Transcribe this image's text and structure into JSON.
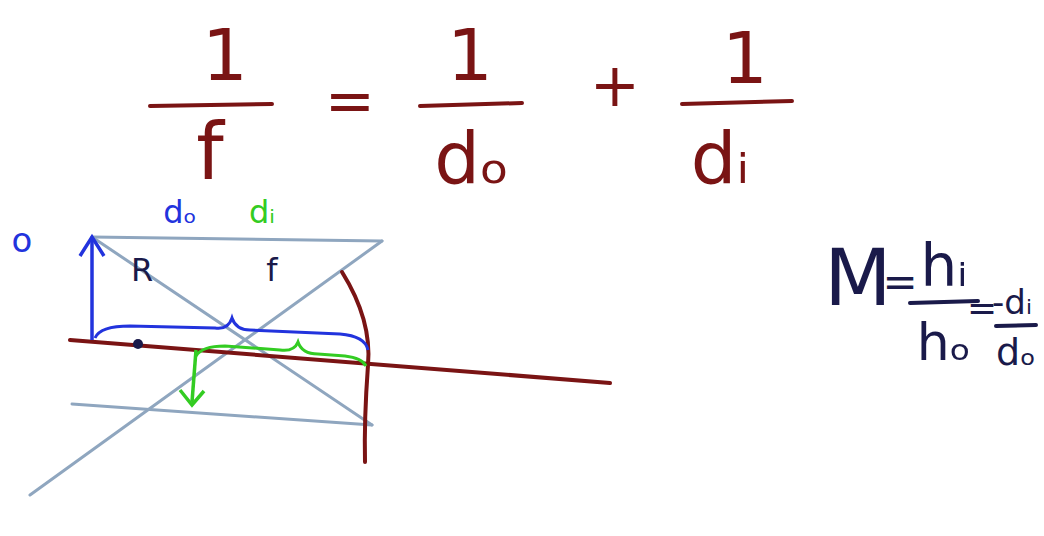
{
  "diagram": {
    "labels": [
      "1",
      "f",
      "=",
      "1",
      "dₒ",
      "+",
      "1",
      "dᵢ",
      "o",
      "dₒ",
      "dᵢ",
      "R",
      "f",
      "M",
      "=",
      "hᵢ",
      "hₒ",
      "=",
      "-dᵢ",
      "dₒ"
    ]
  }
}
